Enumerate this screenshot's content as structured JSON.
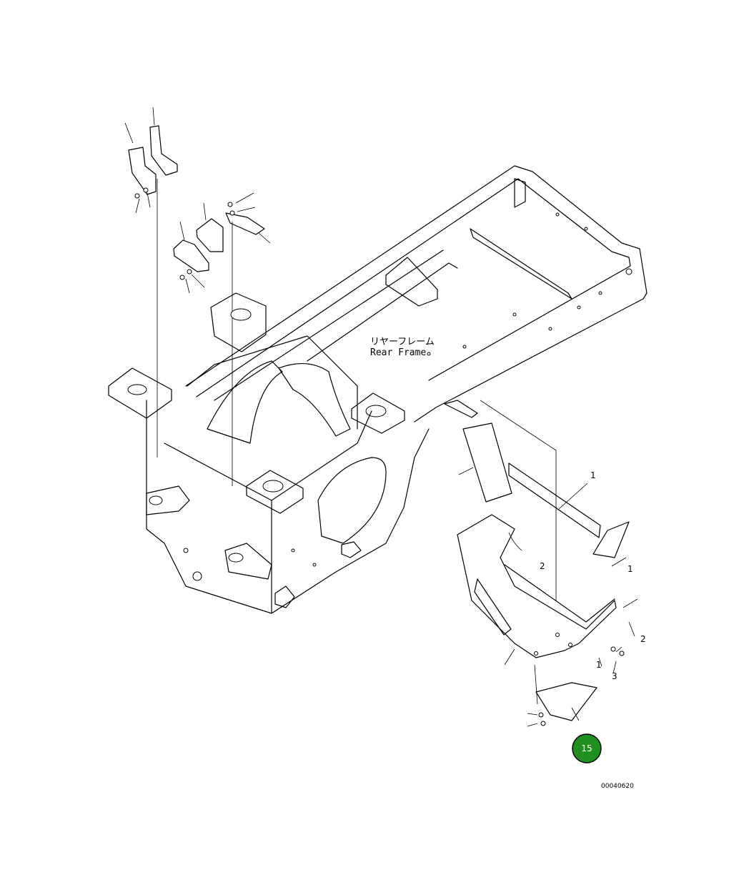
{
  "diagram": {
    "title_jp": "リヤーフレーム",
    "title_en": "Rear Frame",
    "drawing_code": "00040620",
    "callouts": [
      "1",
      "2",
      "3",
      "1",
      "1",
      "2"
    ],
    "badge": {
      "label": "15",
      "color": "#1f8f1f"
    }
  }
}
